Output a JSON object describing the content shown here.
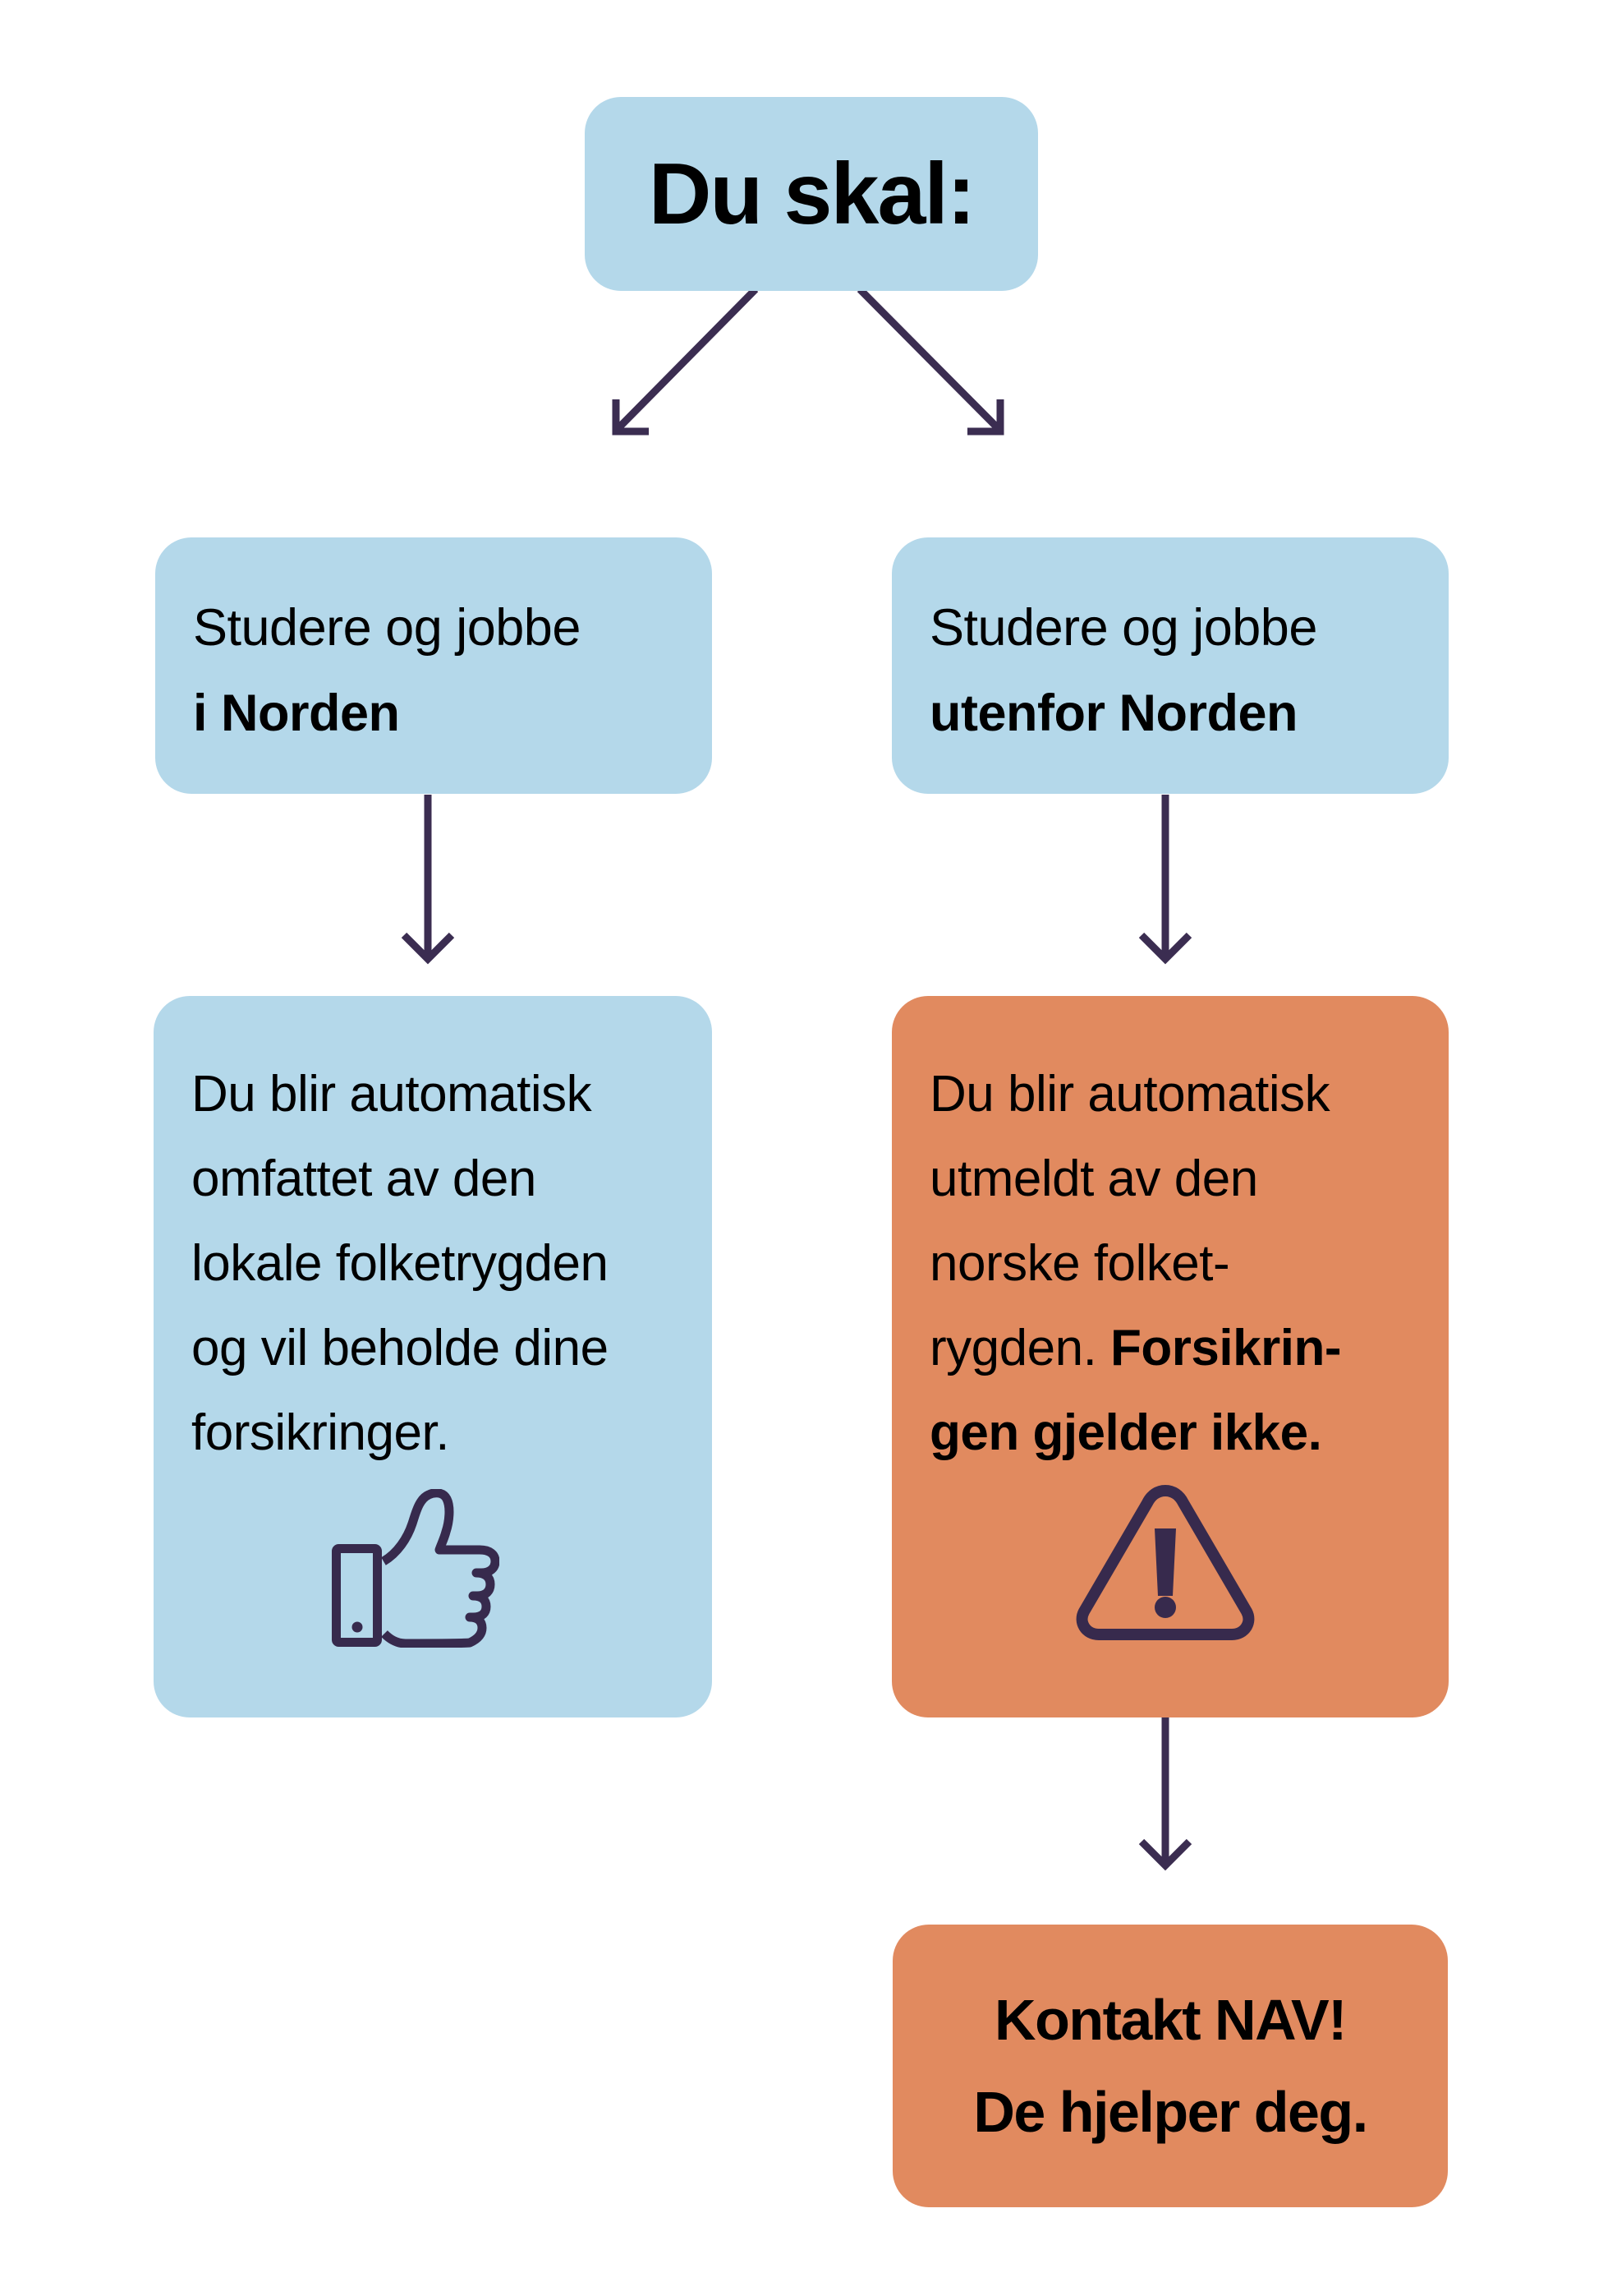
{
  "title": "Du skal:",
  "branches": {
    "left": {
      "line1": "Studere og jobbe",
      "line2": "i Norden"
    },
    "right": {
      "line1": "Studere og jobbe",
      "line2": "utenfor Norden"
    }
  },
  "outcomes": {
    "left": {
      "lines": [
        "Du blir automatisk",
        "omfattet av den",
        "lokale folketrygden",
        "og vil beholde dine",
        "forsikringer."
      ],
      "icon": "thumbs-up-icon"
    },
    "right": {
      "line1": "Du blir automatisk",
      "line2": "utmeldt av den",
      "line3": "norske folket-",
      "line4_regular": "rygden. ",
      "line4_bold": "Forsikrin-",
      "line5_bold": "gen gjelder ikke.",
      "icon": "warning-icon"
    }
  },
  "contact": {
    "line1": "Kontakt NAV!",
    "line2": "De hjelper deg."
  },
  "colors": {
    "background": "#FFFFFF",
    "light_blue": "#B4D8EA",
    "orange": "#E18A5F",
    "arrow_purple": "#3B2D51",
    "text": "#000000"
  }
}
